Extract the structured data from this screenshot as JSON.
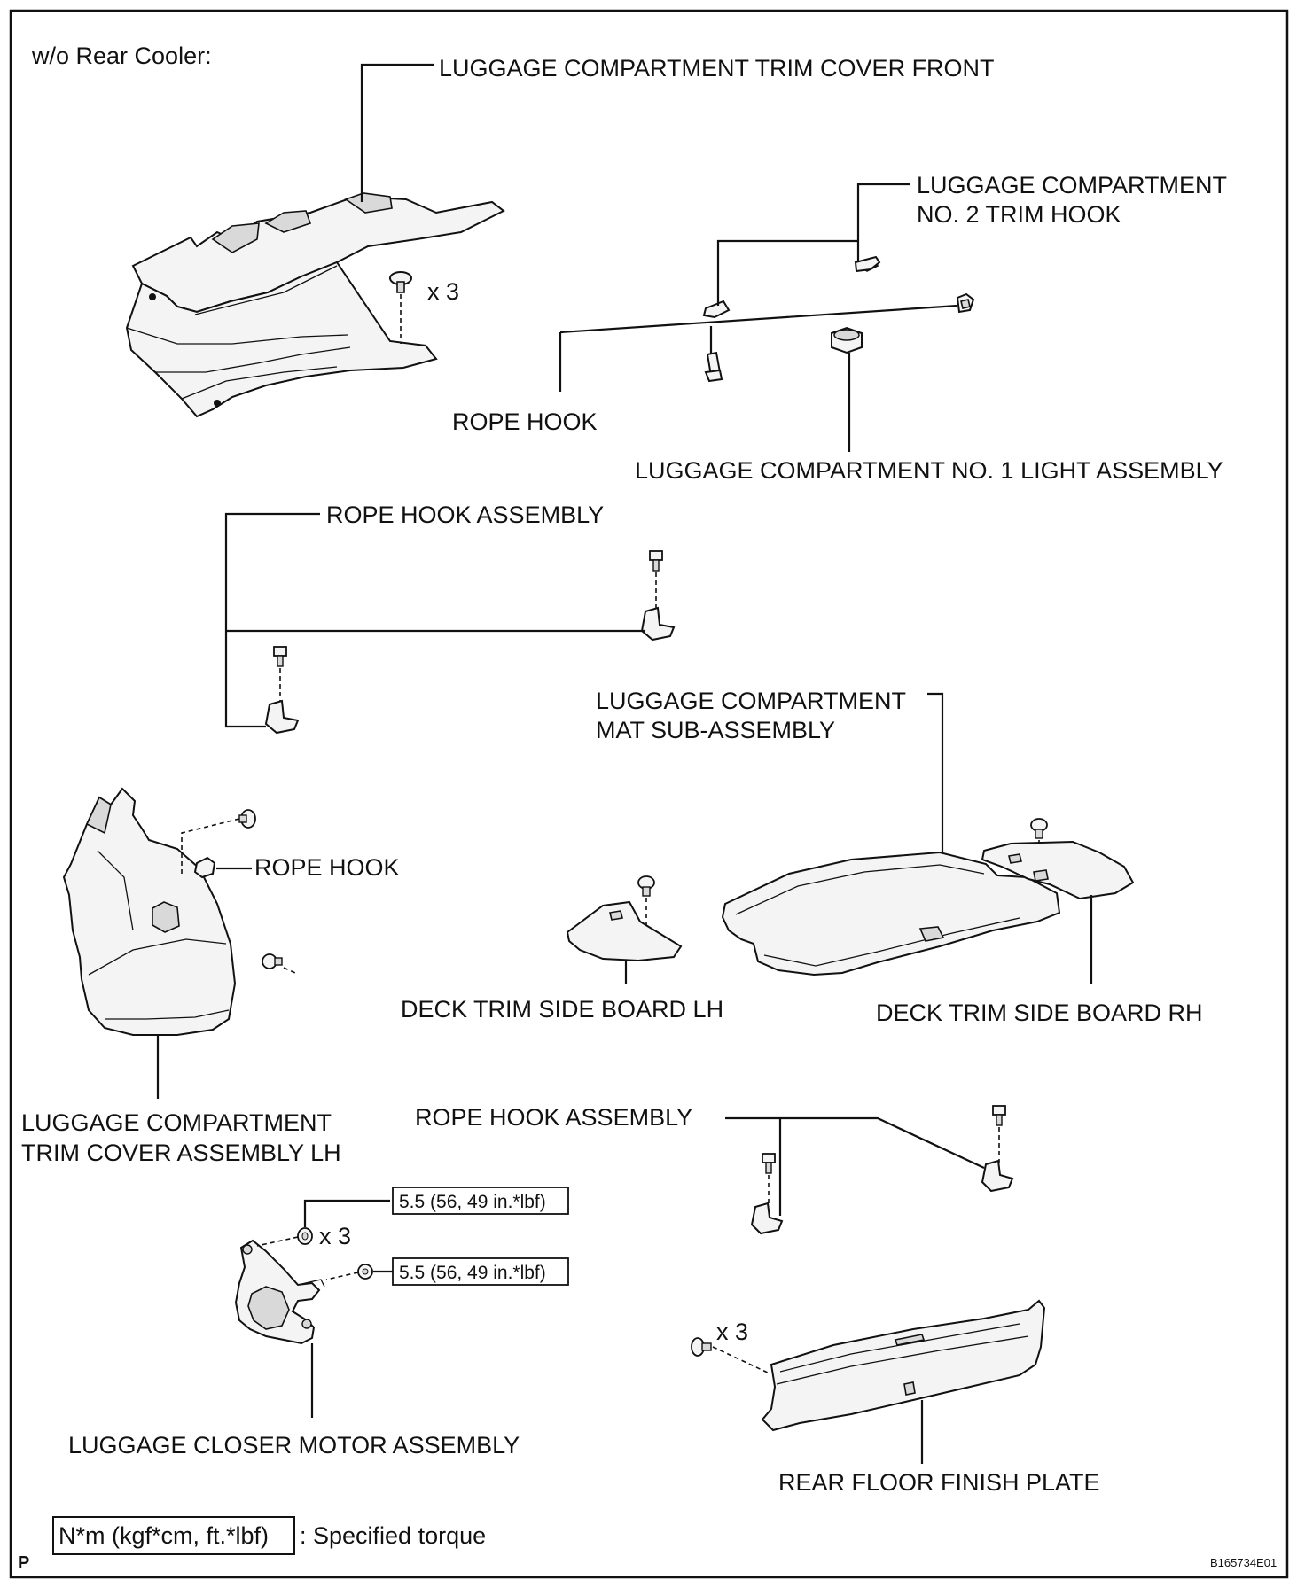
{
  "caption": "w/o Rear Cooler:",
  "labels": {
    "trim_cover_front": "LUGGAGE COMPARTMENT TRIM COVER FRONT",
    "no2_trim_hook_line1": "LUGGAGE COMPARTMENT",
    "no2_trim_hook_line2": "NO. 2 TRIM HOOK",
    "rope_hook_top": "ROPE HOOK",
    "light_assembly": "LUGGAGE COMPARTMENT NO. 1 LIGHT ASSEMBLY",
    "rope_hook_assembly_upper": "ROPE HOOK ASSEMBLY",
    "mat_line1": "LUGGAGE COMPARTMENT",
    "mat_line2": "MAT SUB-ASSEMBLY",
    "rope_hook_left": "ROPE HOOK",
    "deck_lh": "DECK TRIM SIDE BOARD LH",
    "deck_rh": "DECK TRIM SIDE BOARD RH",
    "trim_cover_lh_line1": "LUGGAGE COMPARTMENT",
    "trim_cover_lh_line2": "TRIM COVER ASSEMBLY LH",
    "rope_hook_assembly_lower": "ROPE HOOK ASSEMBLY",
    "closer_motor": "LUGGAGE CLOSER MOTOR ASSEMBLY",
    "rear_floor_plate": "REAR FLOOR FINISH PLATE"
  },
  "quantities": {
    "clips_front": "x 3",
    "nuts_motor": "x 3",
    "screws_plate": "x 3"
  },
  "torques": {
    "motor_nuts": "5.5 (56, 49 in.*lbf)",
    "motor_nut_single": "5.5 (56, 49 in.*lbf)"
  },
  "legend": {
    "box": "N*m (kgf*cm, ft.*lbf)",
    "text": ": Specified torque"
  },
  "footer": {
    "corner_mark": "P",
    "figure_code": "B165734E01"
  }
}
